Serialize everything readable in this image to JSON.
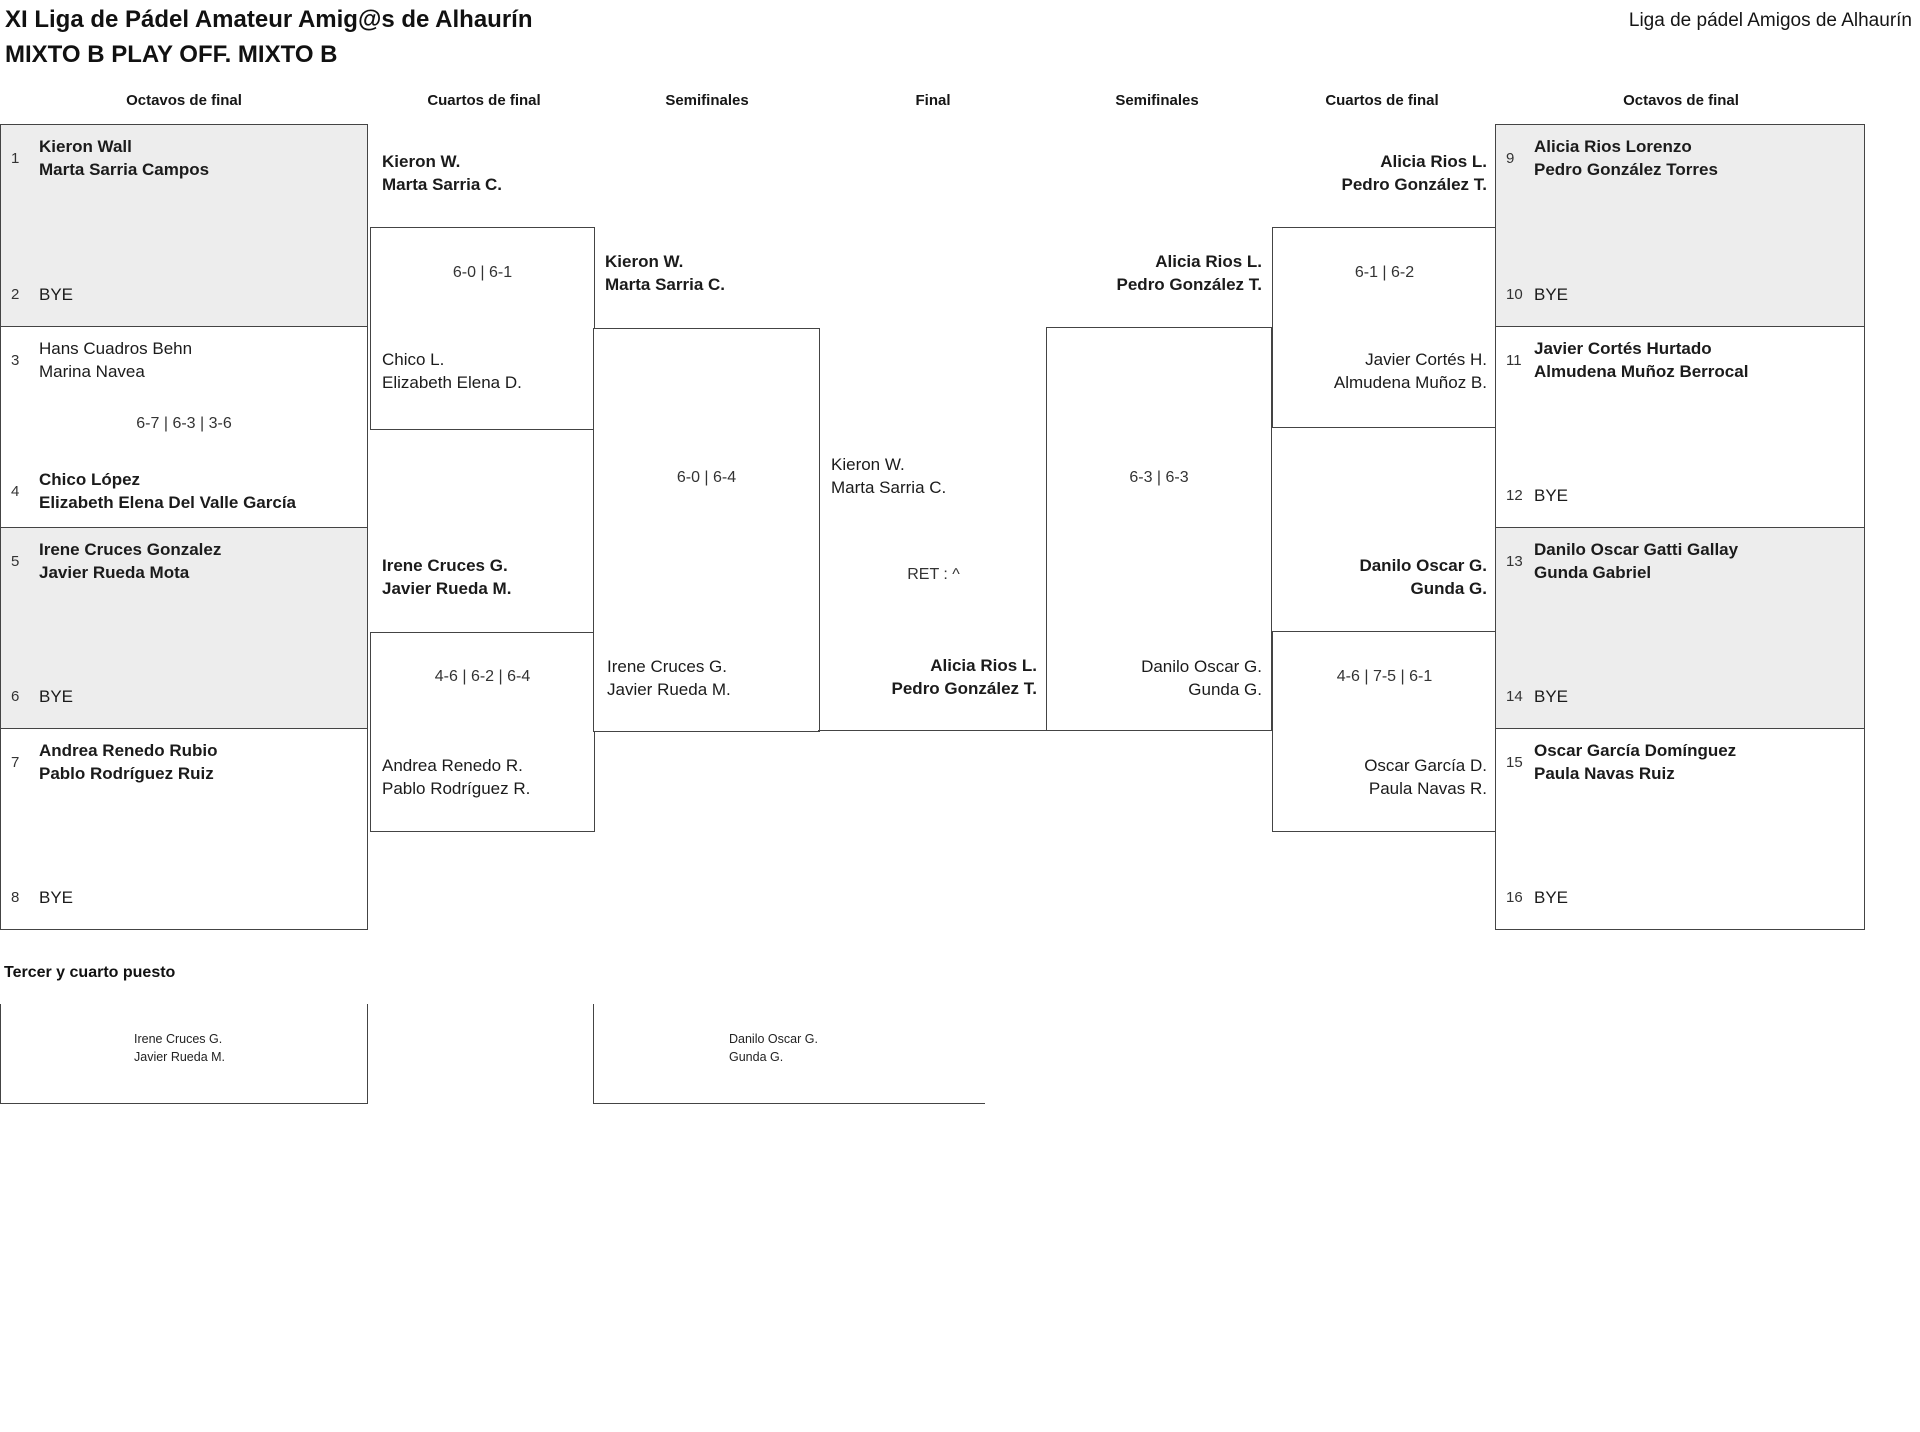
{
  "header": {
    "title_line1": "XI Liga de Pádel Amateur Amig@s de Alhaurín",
    "title_line2": "MIXTO B PLAY OFF. MIXTO B",
    "league_name": "Liga de pádel Amigos de Alhaurín"
  },
  "rounds": {
    "r1": "Octavos de final",
    "r2": "Cuartos de final",
    "r3": "Semifinales",
    "r4": "Final",
    "r5": "Semifinales",
    "r6": "Cuartos de final",
    "r7": "Octavos de final"
  },
  "left": {
    "octavos": [
      {
        "seed1": "1",
        "p1a": "Kieron Wall",
        "p1b": "Marta Sarria Campos",
        "seed2": "2",
        "p2a": "BYE",
        "score": ""
      },
      {
        "seed1": "3",
        "p1a": "Hans Cuadros Behn",
        "p1b": "Marina Navea",
        "seed2": "4",
        "p2a": "Chico López",
        "p2b": "Elizabeth Elena Del Valle García",
        "score": "6-7 | 6-3 | 3-6"
      },
      {
        "seed1": "5",
        "p1a": "Irene Cruces Gonzalez",
        "p1b": "Javier Rueda Mota",
        "seed2": "6",
        "p2a": "BYE",
        "score": ""
      },
      {
        "seed1": "7",
        "p1a": "Andrea Renedo Rubio",
        "p1b": "Pablo Rodríguez Ruiz",
        "seed2": "8",
        "p2a": "BYE",
        "score": ""
      }
    ],
    "cuartos": [
      {
        "winner_a": "Kieron W.",
        "winner_b": "Marta Sarria C.",
        "score": "6-0 | 6-1",
        "loser_a": "Chico L.",
        "loser_b": "Elizabeth Elena D."
      },
      {
        "winner_a": "Irene Cruces G.",
        "winner_b": "Javier Rueda M.",
        "score": "4-6 | 6-2 | 6-4",
        "loser_a": "Andrea Renedo R.",
        "loser_b": "Pablo Rodríguez R."
      }
    ],
    "semifinal": {
      "winner_a": "Kieron W.",
      "winner_b": "Marta Sarria C.",
      "score": "6-0 | 6-4",
      "loser_a": "Irene Cruces G.",
      "loser_b": "Javier Rueda M."
    }
  },
  "final": {
    "top_a": "Kieron W.",
    "top_b": "Marta Sarria C.",
    "score": "RET : ^",
    "bottom_a": "Alicia Rios L.",
    "bottom_b": "Pedro González T."
  },
  "right": {
    "semifinal": {
      "winner_a": "Alicia Rios L.",
      "winner_b": "Pedro González T.",
      "score": "6-3 | 6-3",
      "loser_a": "Danilo Oscar G.",
      "loser_b": "Gunda G."
    },
    "cuartos": [
      {
        "winner_a": "Alicia Rios L.",
        "winner_b": "Pedro González T.",
        "score": "6-1 | 6-2",
        "loser_a": "Javier Cortés H.",
        "loser_b": "Almudena Muñoz B."
      },
      {
        "winner_a": "Danilo Oscar G.",
        "winner_b": "Gunda G.",
        "score": "4-6 | 7-5 | 6-1",
        "loser_a": "Oscar García D.",
        "loser_b": "Paula Navas R."
      }
    ],
    "octavos": [
      {
        "seed1": "9",
        "p1a": "Alicia Rios Lorenzo",
        "p1b": "Pedro González Torres",
        "seed2": "10",
        "p2a": "BYE"
      },
      {
        "seed1": "11",
        "p1a": "Javier Cortés Hurtado",
        "p1b": "Almudena Muñoz Berrocal",
        "seed2": "12",
        "p2a": "BYE"
      },
      {
        "seed1": "13",
        "p1a": "Danilo Oscar Gatti Gallay",
        "p1b": "Gunda Gabriel",
        "seed2": "14",
        "p2a": "BYE"
      },
      {
        "seed1": "15",
        "p1a": "Oscar García Domínguez",
        "p1b": "Paula Navas Ruiz",
        "seed2": "16",
        "p2a": "BYE"
      }
    ]
  },
  "third_place": {
    "heading": "Tercer y cuarto puesto",
    "slot1_a": "Irene Cruces G.",
    "slot1_b": "Javier Rueda M.",
    "slot2_a": "Danilo Oscar G.",
    "slot2_b": "Gunda G."
  }
}
